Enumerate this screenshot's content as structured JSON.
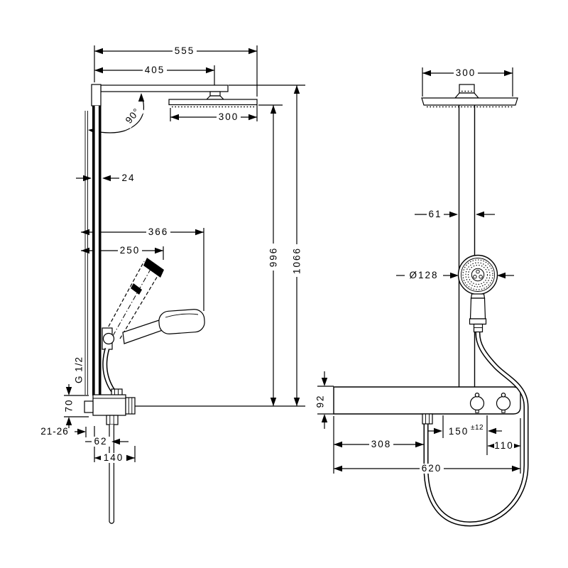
{
  "page": {
    "background": "#ffffff",
    "line_color": "#000000"
  },
  "drawing": {
    "type": "technical-dimension-drawing",
    "subject": "thermostatic-shower-system",
    "views": {
      "side": {
        "dims": {
          "arm_span": "555",
          "arm_to_head": "405",
          "head_width": "300",
          "angle": "90°",
          "pipe_depth": "24",
          "hand_reach": "366",
          "hand_center": "250",
          "thread": "G 1/2",
          "valve_height": "70",
          "wall_distance": "21-26",
          "hose_offset": "62",
          "valve_depth": "140",
          "height_to_head": "996",
          "height_to_arm": "1066"
        }
      },
      "front": {
        "dims": {
          "head_width": "300",
          "pipe_width": "61",
          "hand_diameter": "Ø128",
          "shelf_height": "92",
          "outlet_offset": "308",
          "supply_spacing": "150",
          "supply_tolerance": "±12",
          "knob_offset": "110",
          "shelf_width": "620"
        }
      }
    }
  }
}
